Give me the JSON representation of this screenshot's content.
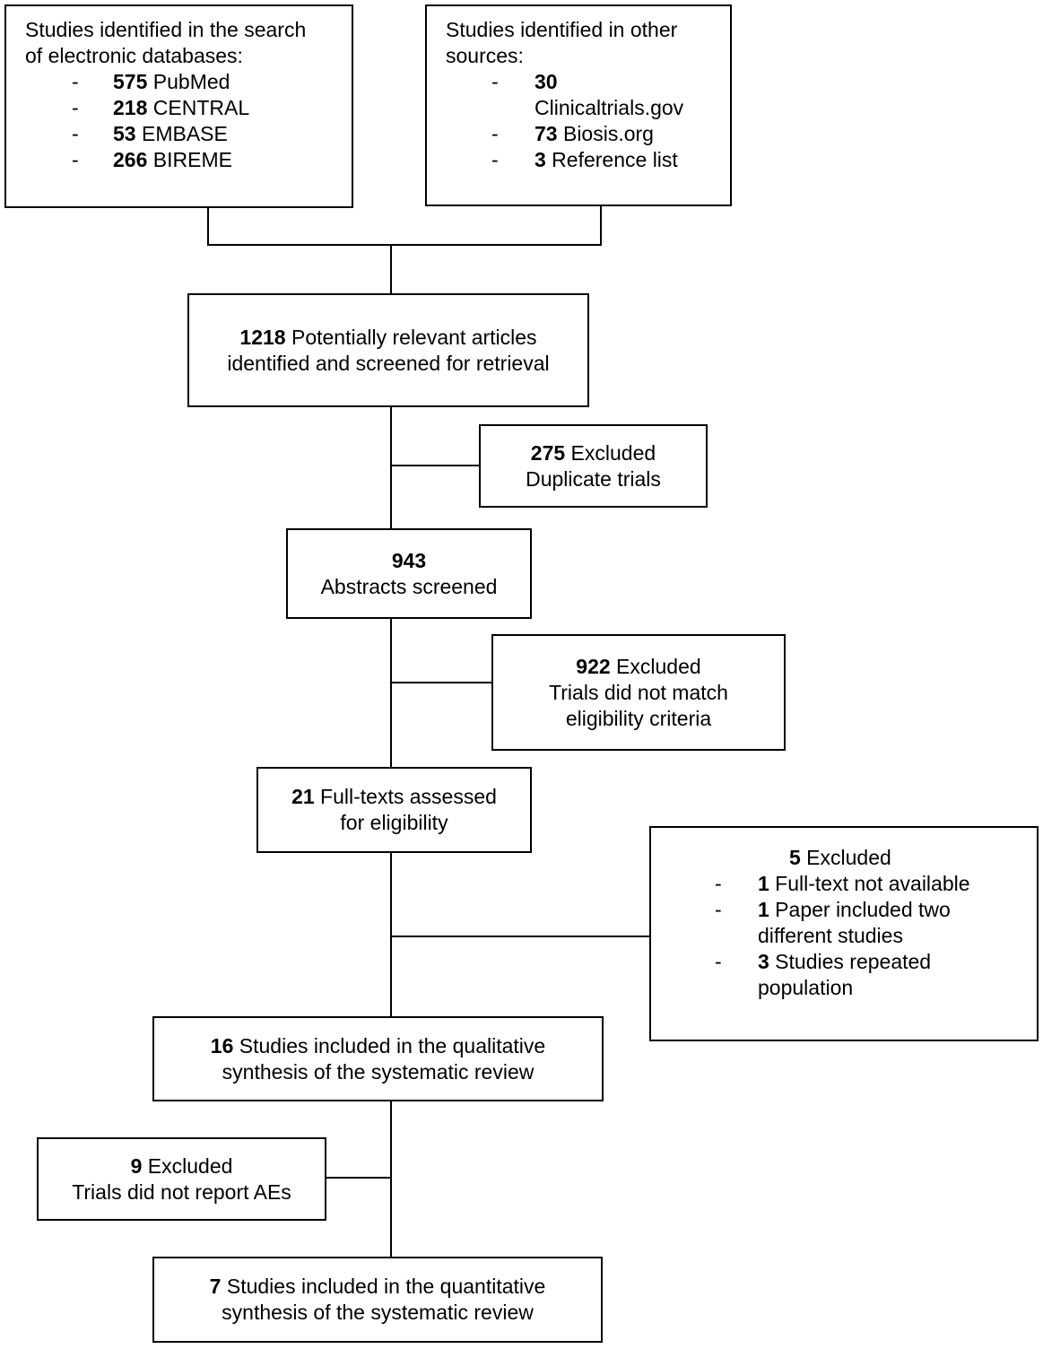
{
  "db_box": {
    "heading_1": "Studies identified in the search",
    "heading_2": "of electronic databases:",
    "items": [
      {
        "count": "575",
        "label": " PubMed"
      },
      {
        "count": "218",
        "label": " CENTRAL"
      },
      {
        "count": "53",
        "label": " EMBASE"
      },
      {
        "count": "266",
        "label": " BIREME"
      }
    ],
    "bullet": "-"
  },
  "other_box": {
    "heading_1": "Studies identified in other",
    "heading_2": "sources:",
    "items": [
      {
        "count": "30",
        "label_line2": "Clinicaltrials.gov"
      },
      {
        "count": "73",
        "label": " Biosis.org"
      },
      {
        "count": "3",
        "label": " Reference list"
      }
    ]
  },
  "potentially_relevant": {
    "count": "1218",
    "line_1": " Potentially relevant articles",
    "line_2": "identified and screened for retrieval"
  },
  "excluded_duplicates": {
    "count": "275",
    "line_1": " Excluded",
    "line_2": "Duplicate trials"
  },
  "abstracts": {
    "count": "943",
    "line_2": "Abstracts screened"
  },
  "excluded_eligibility": {
    "count": "922",
    "line_1": " Excluded",
    "line_2": "Trials did not match",
    "line_3": "eligibility criteria"
  },
  "full_texts": {
    "count": "21",
    "line_1": " Full-texts assessed",
    "line_2": "for eligibility"
  },
  "excluded_fulltext": {
    "count": "5",
    "line_1": " Excluded",
    "items": [
      {
        "count": "1",
        "label": " Full-text not available"
      },
      {
        "count": "1",
        "label": " Paper included two",
        "label_line2": "different studies"
      },
      {
        "count": "3",
        "label": " Studies repeated",
        "label_line2": "population"
      }
    ]
  },
  "qualitative": {
    "count": "16",
    "line_1": " Studies included in the qualitative",
    "line_2": "synthesis of the systematic review"
  },
  "excluded_aes": {
    "count": "9",
    "line_1": " Excluded",
    "line_2": "Trials did not report AEs"
  },
  "quantitative": {
    "count": "7",
    "line_1": " Studies included in the quantitative",
    "line_2": "synthesis of the systematic review"
  }
}
